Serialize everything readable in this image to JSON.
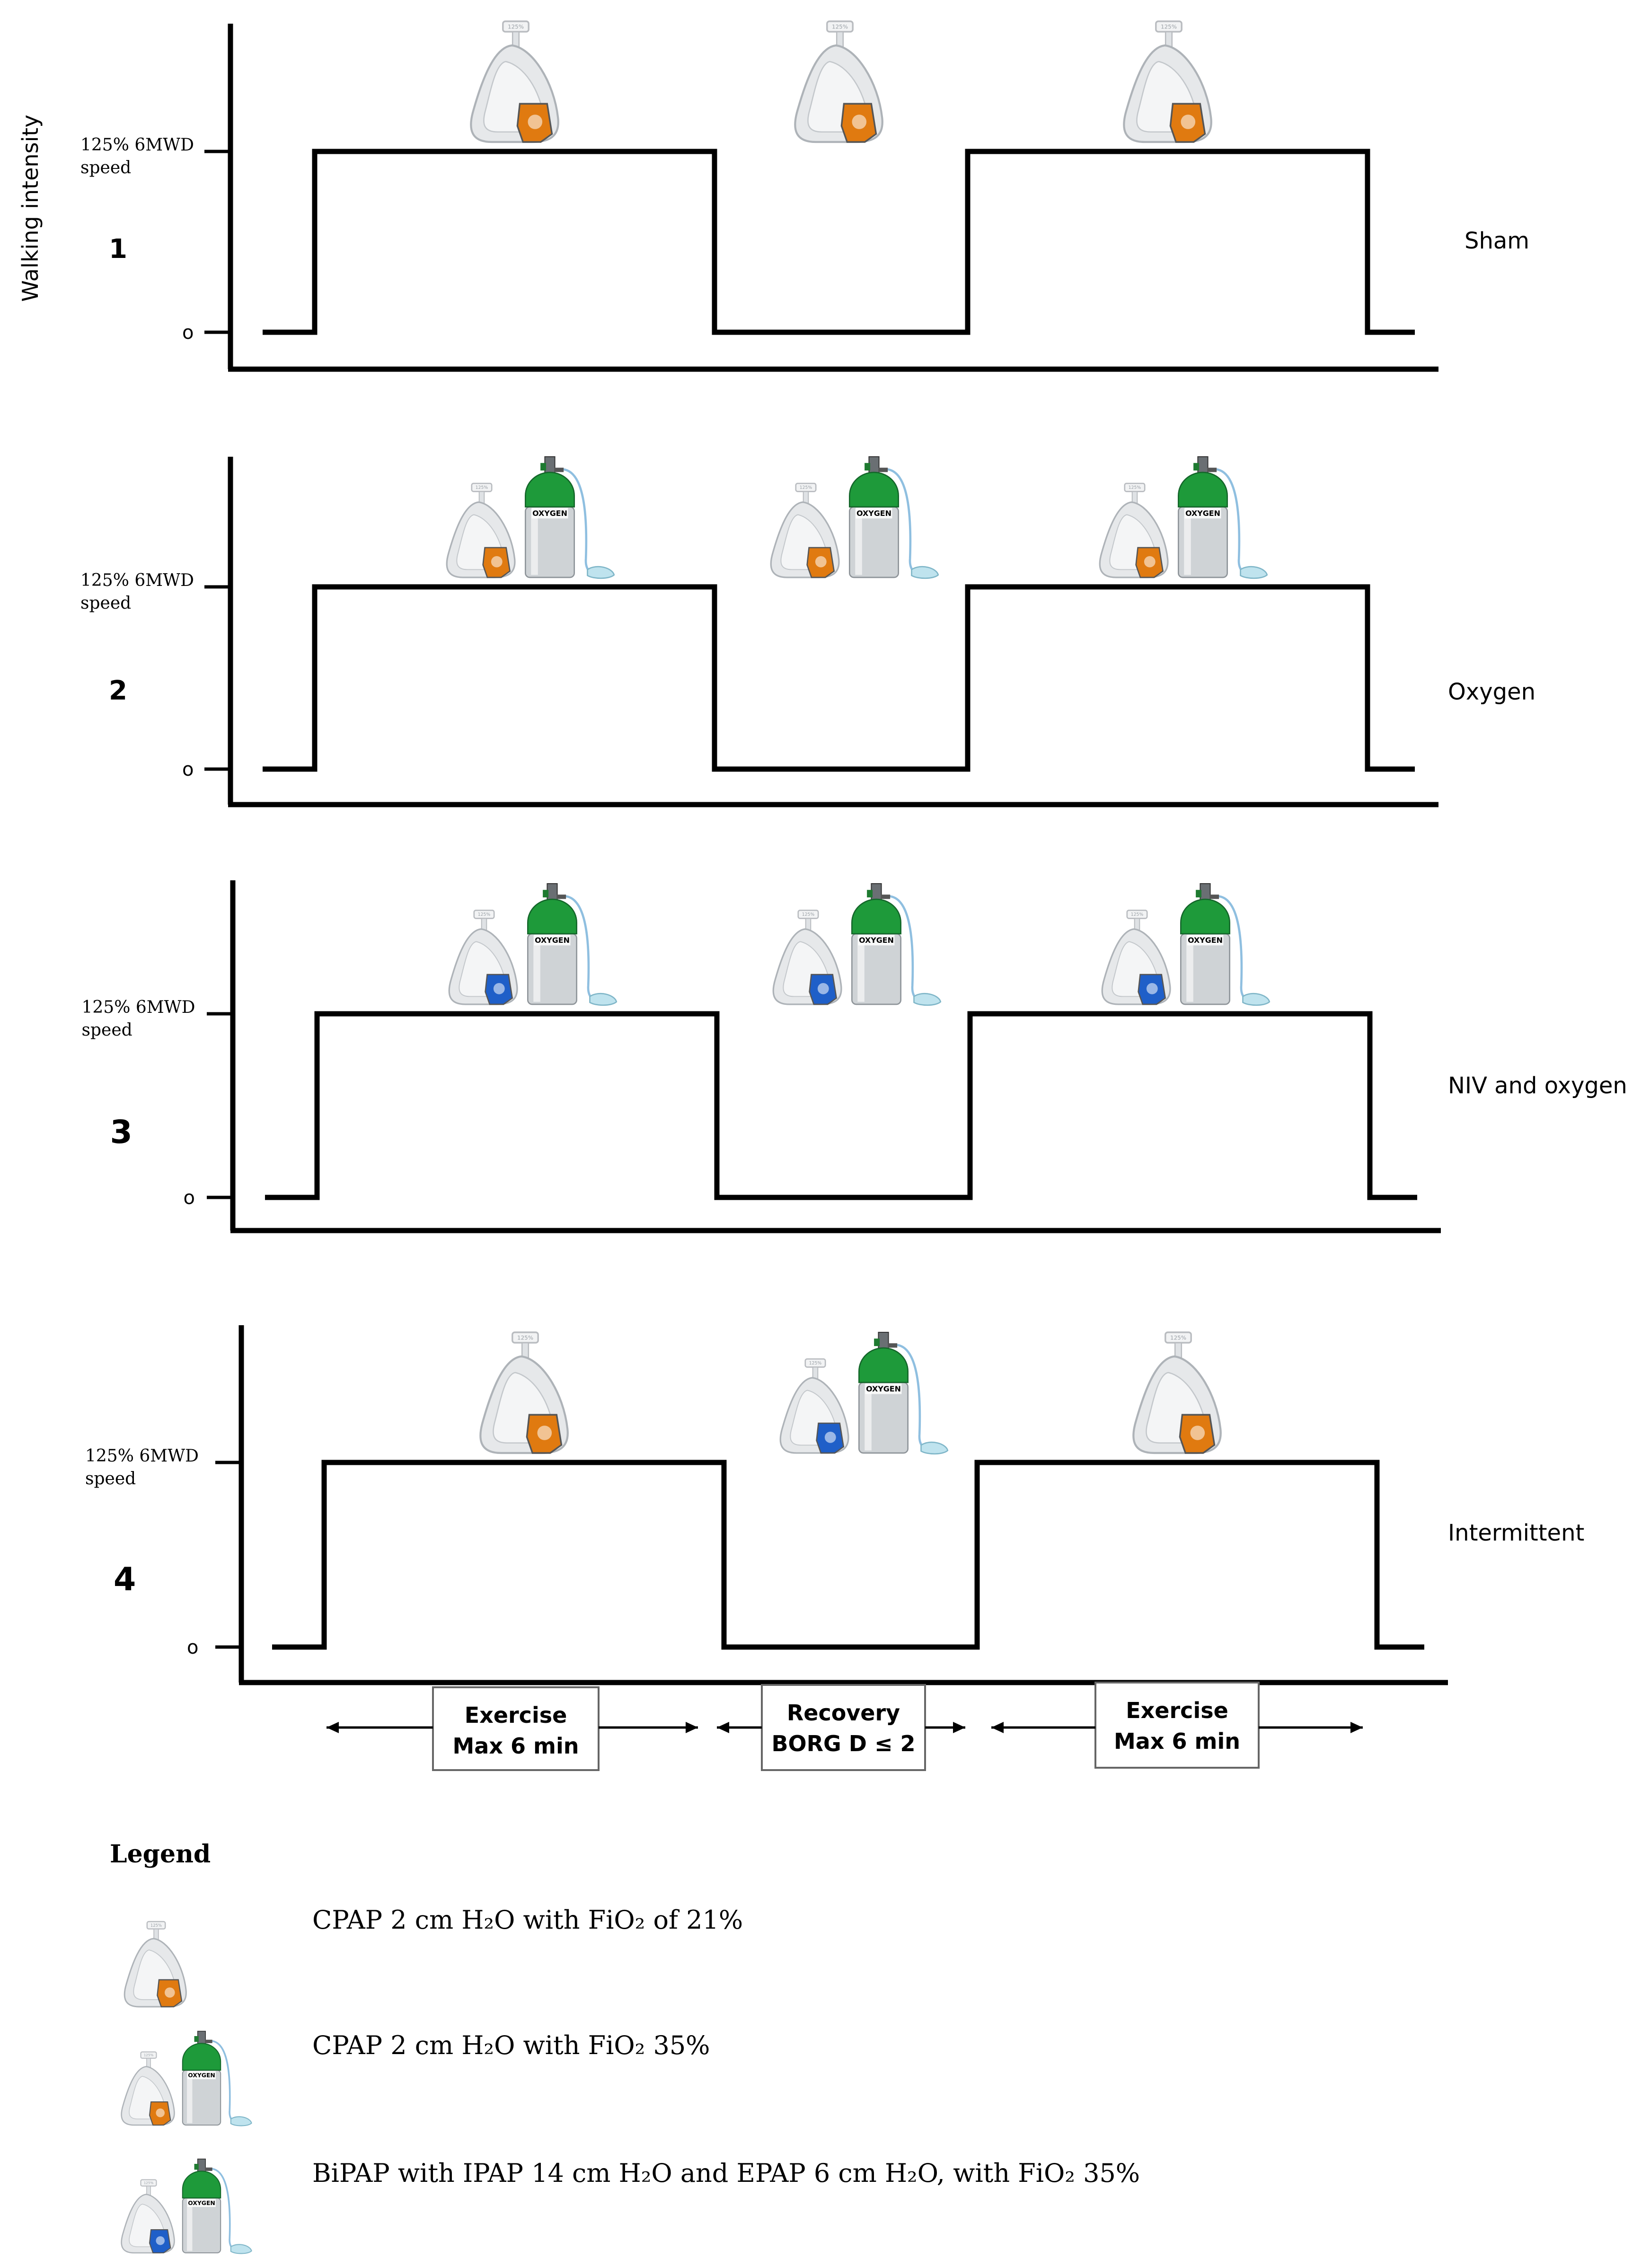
{
  "y_axis_title": "Walking intensity",
  "panels": [
    {
      "number": "1",
      "name": "Sham",
      "high_label": [
        "125% 6MWD",
        "speed"
      ],
      "zero_label": "o",
      "phase_devices": [
        "cpap",
        "cpap",
        "cpap"
      ]
    },
    {
      "number": "2",
      "name": "Oxygen",
      "high_label": [
        "125% 6MWD",
        "speed"
      ],
      "zero_label": "o",
      "phase_devices": [
        "cpap-oxygen",
        "cpap-oxygen",
        "cpap-oxygen"
      ]
    },
    {
      "number": "3",
      "name": "NIV and oxygen",
      "high_label": [
        "125% 6MWD",
        "speed"
      ],
      "zero_label": "o",
      "phase_devices": [
        "bipap-oxygen",
        "bipap-oxygen",
        "bipap-oxygen"
      ]
    },
    {
      "number": "4",
      "name": "Intermittent",
      "high_label": [
        "125% 6MWD",
        "speed"
      ],
      "zero_label": "o",
      "phase_devices": [
        "cpap",
        "bipap-oxygen",
        "cpap"
      ]
    }
  ],
  "phases": [
    {
      "line1": "Exercise",
      "line2": "Max 6 min"
    },
    {
      "line1": "Recovery",
      "line2": "BORG D ≤ 2"
    },
    {
      "line1": "Exercise",
      "line2": "Max 6 min"
    }
  ],
  "cylinder_label": "OXYGEN",
  "mask_small_label": "125%",
  "legend": {
    "title": "Legend",
    "items": [
      {
        "device": "cpap",
        "text": "CPAP 2 cm H₂O with FiO₂ of 21%"
      },
      {
        "device": "cpap-oxygen",
        "text": "CPAP 2 cm H₂O with FiO₂ 35%"
      },
      {
        "device": "bipap-oxygen",
        "text": "BiPAP with IPAP 14 cm H₂O and EPAP 6 cm H₂O, with FiO₂ 35%"
      }
    ]
  },
  "colors": {
    "line": "#000000",
    "cpap_valve": "#e07a10",
    "bipap_valve": "#1f5fc8",
    "cylinder_top": "#1e9a3a",
    "cylinder_body": "#cfd3d6",
    "mask": "#e6e8ea"
  }
}
